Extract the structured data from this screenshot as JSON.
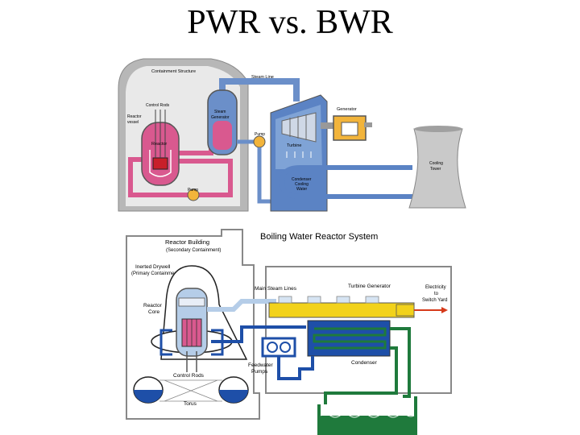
{
  "slide": {
    "title": "PWR vs. BWR"
  },
  "pwr": {
    "labels": {
      "containment": "Containment Structure",
      "steam_line": "Steam Line",
      "control_rods": "Control Rods",
      "reactor_vessel_1": "Reactor",
      "reactor_vessel_2": "vessel",
      "reactor": "Reactor",
      "steam_generator_1": "Steam",
      "steam_generator_2": "Generator",
      "generator": "Generator",
      "pump_top": "Pump",
      "turbine": "Turbine",
      "condenser_1": "Condenser",
      "condenser_2": "Cooling",
      "condenser_3": "Water",
      "pump_bottom": "Pump",
      "cooling_tower_1": "Cooling",
      "cooling_tower_2": "Tower"
    },
    "colors": {
      "containment": "#b7b7b7",
      "primary_loop": "#d9598f",
      "steam_line": "#6b8fc9",
      "pump": "#f2b43b",
      "generator": "#f2b43b"
    }
  },
  "bwr": {
    "title": "Boiling Water Reactor System",
    "labels": {
      "building_1": "Reactor Building",
      "building_2": "(Secondary Containment)",
      "drywell_1": "Inerted Drywell",
      "drywell_2": "(Primary Containment)",
      "core_1": "Reactor",
      "core_2": "Core",
      "main_steam": "Main Steam Lines",
      "turbine_gen": "Turbine Generator",
      "electricity_1": "Electricity",
      "electricity_2": "to",
      "electricity_3": "Switch Yard",
      "condenser": "Condenser",
      "feedwater_1": "Feedwater",
      "feedwater_2": "Pumps",
      "control_rods": "Control Rods",
      "torus": "Torus"
    },
    "colors": {
      "feedwater": "#1e4fa8",
      "cooling": "#1f7a3c",
      "turbine": "#f2d21b",
      "arrow": "#d63a1a"
    }
  }
}
